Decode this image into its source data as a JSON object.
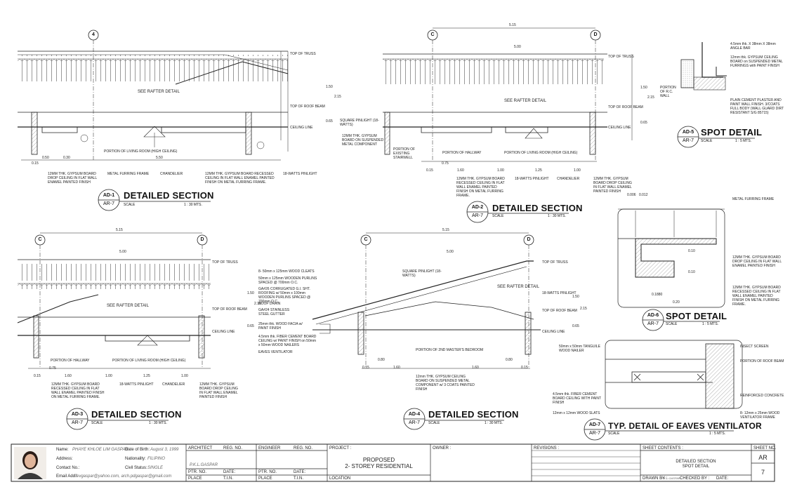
{
  "drawings": {
    "ad1": {
      "id": "AD-1",
      "sheet": "AR-7",
      "title": "DETAILED SECTION",
      "scale_label": "SCALE",
      "scale": "1 : 30 MTS.",
      "grid": "4",
      "labels": {
        "top_truss": "TOP OF TRUSS",
        "roof_beam": "TOP OF ROOF BEAM",
        "ceiling_line": "CEILING LINE",
        "rafter": "SEE RAFTER DETAIL",
        "portion": "PORTION OF LIVING ROOM (HIGH CEILING)",
        "note1": "12MM THK. GYPSUM BOARD DROP CEILING IN FLAT WALL ENAMEL PAINTED FINISH",
        "note2": "METAL FURRING FRAME",
        "note3": "CHANDELIER",
        "note4": "12MM THK. GYPSUM BOARD RECESSED CEILING IN FLAT WALL ENAMEL PAINTED FINISH ON METAL FURRING FRAME.",
        "note5": "18-WATTS PINLIGHT"
      },
      "dims": [
        "1.50",
        "2.15",
        "0.65",
        "0.50",
        "0.30",
        "0.15",
        "5.50"
      ]
    },
    "ad2": {
      "id": "AD-2",
      "sheet": "AR-7",
      "title": "DETAILED SECTION",
      "scale_label": "SCALE",
      "scale": "1 : 30 MTS.",
      "grid_left": "C",
      "grid_right": "D",
      "overall": "5.15",
      "inner": "5.00",
      "labels": {
        "top_truss": "TOP OF TRUSS",
        "roof_beam": "TOP OF ROOF BEAM",
        "ceiling_line": "CEILING LINE",
        "rafter": "SEE RAFTER DETAIL",
        "square_pin": "SQUARE PINLIGHT (18-WATTS)",
        "gypsum": "12MM THK. GYPSUM BOARD ON SUSPENDED METAL COMPONENT",
        "stairwell": "PORTION OF EXISTING STAIRWELL",
        "hallway": "PORTION OF HALLWAY",
        "living": "PORTION OF LIVING ROOM (HIGH CEILING)",
        "note1": "12MM THK. GYPSUM BOARD RECESSED CEILING IN FLAT WALL ENAMEL PAINTED FINISH ON METAL FURRING FRAME.",
        "note2": "18-WATTS PINLIGHT",
        "note3": "CHANDELIER",
        "note4": "12MM THK. GYPSUM BOARD DROP CEILING IN FLAT WALL ENAMEL PAINTED FINISH"
      },
      "dims": [
        "0.75",
        "1.60",
        "1.00",
        "1.25",
        "1.00",
        "0.15",
        "1.50",
        "2.15",
        "0.65"
      ]
    },
    "ad3": {
      "id": "AD-3",
      "sheet": "AR-7",
      "title": "DETAILED SECTION",
      "scale_label": "SCALE",
      "scale": "1 : 30 MTS.",
      "grid_left": "C",
      "grid_right": "D",
      "overall": "5.15",
      "inner": "5.00",
      "labels": {
        "top_truss": "TOP OF TRUSS",
        "roof_beam": "TOP OF ROOF BEAM",
        "ceiling_line": "CEILING LINE",
        "rafter": "SEE RAFTER DETAIL",
        "hallway": "PORTION OF HALLWAY",
        "living": "PORTION OF LIVING ROOM (HIGH CEILING)",
        "note1": "12MM THK. GYPSUM BOARD RECESSED CEILING IN FLAT WALL ENAMEL PAINTED FINISH ON METAL FURRING FRAME.",
        "note2": "18-WATTS PINLIGHT",
        "note3": "CHANDELIER",
        "note4": "12MM THK. GYPSUM BOARD DROP CEILING IN FLAT WALL ENAMEL PAINTED FINISH"
      },
      "dims": [
        "0.75",
        "1.60",
        "1.00",
        "1.25",
        "1.00",
        "0.15",
        "1.50",
        "2.15",
        "0.65"
      ]
    },
    "ad4": {
      "id": "AD-4",
      "sheet": "AR-7",
      "title": "DETAILED SECTION",
      "scale_label": "SCALE",
      "scale": "1 : 30 MTS.",
      "grid_left": "C",
      "grid_right": "D",
      "overall": "5.15",
      "inner": "5.00",
      "labels": {
        "top_truss": "TOP OF TRUSS",
        "roof_beam": "TOP OF ROOF BEAM",
        "ceiling_line": "CEILING LINE",
        "rafter": "SEE RAFTER DETAIL",
        "square_pin": "SQUARE PINLIGHT (18-WATTS)",
        "pin18": "18-WATTS PINLIGHT",
        "bedroom": "PORTION OF 2ND MASTER'S BEDROOM",
        "cleats": "8- 50mm x 125mm WOOD CLEATS",
        "purlins": "50mm x 125mm WOODEN PURLINS SPACED @ 700mm O.C.",
        "roofing": "GA#26 CORRUGATED G.I. SHT. ROOFING w/ 50mm x 100mm WOODEN PURLINS SPACED @ 700mm O.C.",
        "drain": "ROOF DRAIN",
        "gutter": "GA#24 STAINLESS STEEL GUTTER",
        "fascia": "25mm thk. WOOD FACIA w/ PAINT FINISH",
        "fiber": "4.5mm thk. FIBER CEMENT BOARD CEILING w/ PAINT FINISH on 50mm x 50mm WOOD NAILERS",
        "eaves": "EAVES VENTILATOR",
        "gypsum": "12mm THK. GYPSUM CEILING BOARD ON SUSPENDED METAL COMPONENT w/ 3 COATS PAINTED FINISH"
      },
      "dims": [
        "0.15",
        "0.80",
        "1.60",
        "1.60",
        "0.80",
        "0.15",
        "1.50",
        "2.15",
        "0.65"
      ]
    },
    "ad5": {
      "id": "AD-5",
      "sheet": "AR-7",
      "title": "SPOT DETAIL",
      "scale_label": "SCALE",
      "scale": "1 : 5 MTS.",
      "labels": {
        "angle": "4.5mm thk. X 38mm X 38mm ANGLE BAR",
        "gypsum": "12mm thk. GYPSUM CEILING BOARD on SUSPENDED METAL FURRINGS with PAINT FINISH",
        "plaster": "PLAIN CEMENT PLASTER AND PAINT WALL FINISH. 3/COATS FULL BODY (WALL GUARD DIRT RESISTANT S/G 85715)",
        "portion": "PORTION OF R.C. WALL"
      }
    },
    "ad6": {
      "id": "AD-6",
      "sheet": "AR-7",
      "title": "SPOT DETAIL",
      "scale_label": "SCALE",
      "scale": "1 : 5 MTS.",
      "labels": {
        "furring": "METAL FURRING FRAME",
        "drop": "12MM THK. GYPSUM BOARD DROP CEILING IN FLAT WALL ENAMEL PAINTED FINISH",
        "recessed": "12MM THK. GYPSUM BOARD RECESSED CEILING IN FLAT WALL ENAMEL PAINTED FINISH ON METAL FURRING FRAME."
      },
      "dims": [
        "0.1880",
        "0.20",
        "0.10",
        "0.10",
        "0.012",
        "0.006"
      ]
    },
    "ad7": {
      "id": "AD-7",
      "sheet": "AR-7",
      "title": "TYP. DETAIL OF EAVES VENTILATOR",
      "scale_label": "SCALE",
      "scale": "1 : 5 MTS.",
      "labels": {
        "nailer": "50mm x 50mm TANGUILE WOOD NAILER",
        "screen": "INSECT SCREEN",
        "beam": "PORTION OF ROOF BEAM",
        "concrete": "REINFORCED CONCRETE",
        "fiber": "4.5mm thk. FIBER CEMENT BOARD CEILING WITH PAINT FINISH",
        "slats": "12mm x 12mm WOOD SLATS",
        "frame": "8- 12mm x 25mm WOOD VENTILATOR FRAME"
      }
    }
  },
  "title_block": {
    "name_label": "Name:",
    "name": "PHAYE KHLOE LIM GASPAR",
    "address_label": "Address:",
    "contact_label": "Contact No.:",
    "email_label": "Email Add.:",
    "email": "ifevgaspar@yahoo.com, arch.pdgaspar@gmail.com",
    "dob_label": "Date of Birth:",
    "dob": "August 3, 1999",
    "nationality_label": "Nationality:",
    "nationality": "FILIPINO",
    "civil_label": "Civil Status:",
    "civil": "SINGLE",
    "architect": "ARCHITECT",
    "reg_no": "REG. NO.",
    "architect_name": "P.K.L.GASPAR",
    "engineer": "ENGINEER",
    "ptr_no": "PTR. NO.",
    "date": "DATE:",
    "place": "PLACE",
    "tin": "T.I.N.",
    "project_label": "PROJECT :",
    "project": "PROPOSED",
    "project2": "2- STOREY RESIDENTIAL",
    "location_label": "LOCATION",
    "owner_label": "OWNER :",
    "revisions_label": "REVISIONS :",
    "contents_label": "SHEET CONTENTS :",
    "contents1": "DETAILED SECTION",
    "contents2": "SPOT DETAIL",
    "drawn_label": "DRAWN BY :",
    "drawn_by": "P.K.L.GASPAR",
    "checked_label": "CHECKED BY :",
    "sheet_no_label": "SHEET NO.",
    "sheet_code": "AR",
    "sheet_number": "7"
  }
}
